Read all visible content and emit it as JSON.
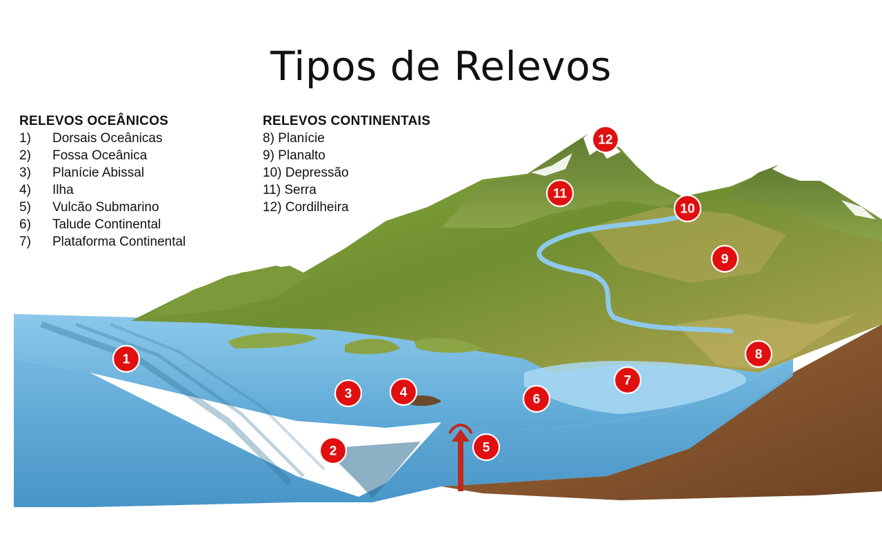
{
  "title": "Tipos de Relevos",
  "oceanic": {
    "heading": "RELEVOS OCEÂNICOS",
    "items": [
      {
        "num": "1)",
        "label": "Dorsais Oceânicas"
      },
      {
        "num": "2)",
        "label": "Fossa Oceânica"
      },
      {
        "num": "3)",
        "label": "Planície Abissal"
      },
      {
        "num": "4)",
        "label": "Ilha"
      },
      {
        "num": "5)",
        "label": "Vulcão Submarino"
      },
      {
        "num": "6)",
        "label": "Talude Continental"
      },
      {
        "num": "7)",
        "label": "Plataforma Continental"
      }
    ]
  },
  "continental": {
    "heading": "RELEVOS CONTINENTAIS",
    "items": [
      {
        "label": "8) Planície"
      },
      {
        "label": "9) Planalto"
      },
      {
        "label": "10) Depressão"
      },
      {
        "label": "11) Serra"
      },
      {
        "label": "12) Cordilheira"
      }
    ]
  },
  "markers": [
    "1",
    "2",
    "3",
    "4",
    "5",
    "6",
    "7",
    "8",
    "9",
    "10",
    "11",
    "12"
  ],
  "colors": {
    "marker": "#e01010",
    "water": "#5aa8d6",
    "land": "#7a9a3a",
    "soil": "#8a5a30",
    "snow": "#ffffff"
  }
}
